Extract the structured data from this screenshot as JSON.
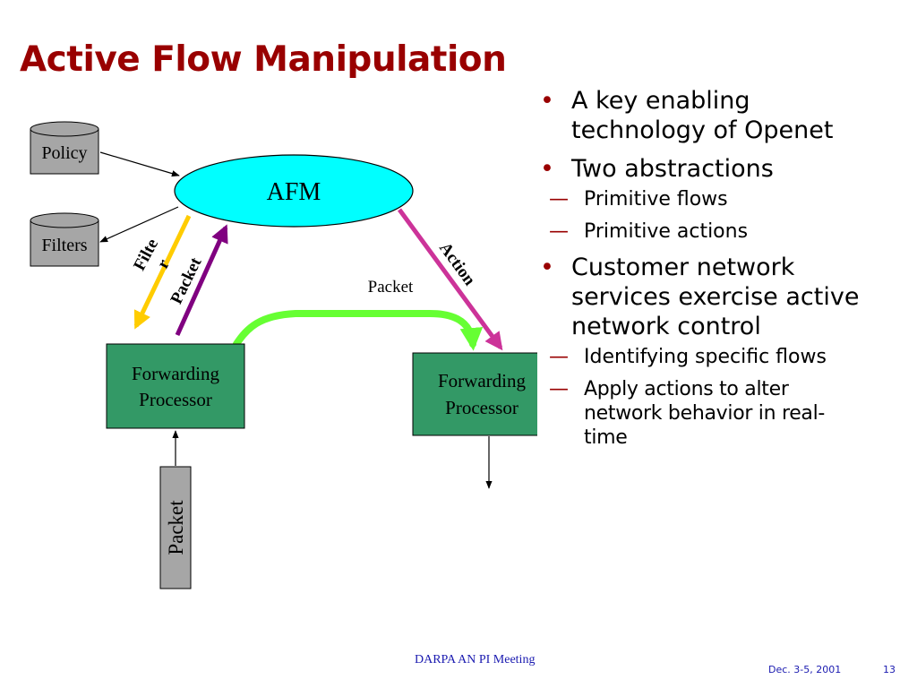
{
  "slide": {
    "title": "Active Flow Manipulation"
  },
  "diagram": {
    "policy_label": "Policy",
    "filters_label": "Filters",
    "afm_label": "AFM",
    "filter_arrow_label_line1": "Filte",
    "filter_arrow_label_line2": "r",
    "packet_up_label": "Packet",
    "action_label": "Action",
    "packet_flow_label": "Packet",
    "fp_left_line1": "Forwarding",
    "fp_left_line2": "Processor",
    "fp_right_line1": "Forwarding",
    "fp_right_line2": "Processor",
    "packet_input_label": "Packet",
    "colors": {
      "afm_fill": "#00ffff",
      "processor_fill": "#339966",
      "store_fill": "#a6a6a6",
      "filter_arrow": "#ffcc00",
      "packet_arrow": "#800080",
      "action_arrow": "#cc3399",
      "packet_flow_arrow": "#66ff33"
    }
  },
  "bullets": {
    "b1_line1": "A key enabling",
    "b1_line2": "technology of Openet",
    "b2": "Two abstractions",
    "b2_sub1": "Primitive flows",
    "b2_sub2": "Primitive actions",
    "b3_line1": "Customer network",
    "b3_line2": "services exercise active",
    "b3_line3": "network control",
    "b3_sub1": "Identifying specific flows",
    "b3_sub2_line1": "Apply actions to alter",
    "b3_sub2_line2": "network behavior in real-",
    "b3_sub2_line3": "time",
    "bullet_marker": "•",
    "dash_marker": "—"
  },
  "footer": {
    "meeting": "DARPA AN PI Meeting",
    "date": "Dec. 3-5,  2001",
    "page": "13"
  }
}
